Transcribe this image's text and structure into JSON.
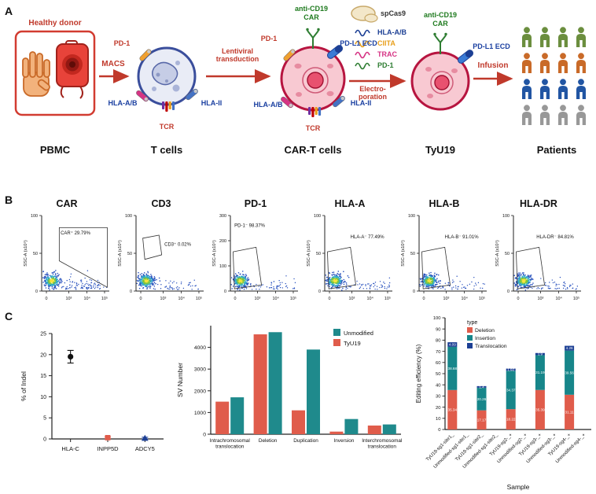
{
  "panelA": {
    "label": "A",
    "healthy_donor": "Healthy donor",
    "stages": [
      {
        "name": "PBMC"
      },
      {
        "name": "T cells"
      },
      {
        "name": "CAR-T cells"
      },
      {
        "name": "TyU19"
      },
      {
        "name": "Patients"
      }
    ],
    "arrows": [
      {
        "label": "MACS"
      },
      {
        "label": "Lentiviral transduction"
      },
      {
        "label": "Electro-poration"
      },
      {
        "label": "Infusion"
      }
    ],
    "tcell": {
      "pd1": "PD-1",
      "hla_ab": "HLA-A/B",
      "hla_ii": "HLA-II",
      "tcr": "TCR"
    },
    "cart": {
      "anti_cd19": "anti-CD19",
      "car": "CAR",
      "pdl1_ecd": "PD-L1 ECD",
      "pd1": "PD-1",
      "hla_ab": "HLA-A/B",
      "hla_ii": "HLA-II",
      "tcr": "TCR"
    },
    "rnp": {
      "cas9": "spCas9",
      "guides": [
        {
          "label": "HLA-A/B",
          "color": "#1c3f94"
        },
        {
          "label": "CIITA",
          "color": "#e8a01d"
        },
        {
          "label": "TRAC",
          "color": "#d63384"
        },
        {
          "label": "PD-1",
          "color": "#2e7d32"
        }
      ]
    },
    "tyu19": {
      "anti_cd19": "anti-CD19",
      "car": "CAR",
      "pdl1_ecd": "PD-L1 ECD"
    },
    "patients_rows": [
      "#6b8e3e",
      "#c96a28",
      "#2155a3",
      "#989898"
    ],
    "patients_cols": 4
  },
  "panelB": {
    "label": "B",
    "ylabel": "SSC-A (x10⁵)",
    "xticks": [
      "0",
      "10³",
      "10⁴",
      "10⁵"
    ],
    "plots": [
      {
        "title": "CAR",
        "annotation": "CAR⁺ 29.79%",
        "yticks": [
          "0",
          "50",
          "100"
        ],
        "gate": "right"
      },
      {
        "title": "CD3",
        "annotation": "CD3⁺ 0.02%",
        "yticks": [
          "0",
          "50",
          "100"
        ],
        "gate": "small"
      },
      {
        "title": "PD-1",
        "annotation": "PD-1⁻ 98.37%",
        "yticks": [
          "0",
          "100",
          "200",
          "300"
        ],
        "gate": "cluster"
      },
      {
        "title": "HLA-A",
        "annotation": "HLA-A⁻ 77.49%",
        "yticks": [
          "0",
          "50",
          "100"
        ],
        "gate": "cluster"
      },
      {
        "title": "HLA-B",
        "annotation": "HLA-B⁻ 91.01%",
        "yticks": [
          "0",
          "50",
          "100"
        ],
        "gate": "cluster"
      },
      {
        "title": "HLA-DR",
        "annotation": "HLA-DR⁻ 84.81%",
        "yticks": [
          "0",
          "50",
          "100"
        ],
        "gate": "cluster"
      }
    ]
  },
  "panelC": {
    "label": "C"
  },
  "chart_data": [
    {
      "type": "scatter",
      "name": "indel-frequency",
      "ylabel": "% of Indel",
      "ylim": [
        0,
        25
      ],
      "yticks": [
        0,
        5,
        10,
        15,
        20,
        25
      ],
      "categories": [
        "HLA-C",
        "INPP5D",
        "ADCY5"
      ],
      "values": [
        19.5,
        0.3,
        0.2
      ],
      "errors": [
        1.5,
        0.2,
        0.2
      ],
      "markers": [
        "circle",
        "square",
        "triangle"
      ],
      "colors": [
        "#111111",
        "#e05c4b",
        "#1c3f94"
      ]
    },
    {
      "type": "bar",
      "name": "sv-number",
      "ylabel": "SV Number",
      "ylim": [
        0,
        5000
      ],
      "yticks": [
        0,
        1000,
        2000,
        3000,
        4000
      ],
      "categories": [
        "Intrachromosomal translocation",
        "Deletion",
        "Duplication",
        "Inversion",
        "Interchromosomal translocation"
      ],
      "series": [
        {
          "name": "TyU19",
          "color": "#e05c4b",
          "values": [
            1500,
            4600,
            1100,
            120,
            400
          ]
        },
        {
          "name": "Unmodified",
          "color": "#1f8a8c",
          "values": [
            1700,
            4700,
            3900,
            700,
            450
          ]
        }
      ],
      "legend": [
        {
          "label": "Unmodified",
          "color": "#1f8a8c"
        },
        {
          "label": "TyU19",
          "color": "#e05c4b"
        }
      ],
      "legend_position": "top-right"
    },
    {
      "type": "bar",
      "name": "editing-efficiency",
      "stacked": true,
      "ylabel": "Editing efficiency (%)",
      "xlabel": "Sample",
      "ylim": [
        0,
        100
      ],
      "yticks": [
        0,
        10,
        20,
        30,
        40,
        50,
        60,
        70,
        80,
        90,
        100
      ],
      "legend_title": "type",
      "categories": [
        "TyU19-sg1-site1_",
        "Unmodified-sg1-site1_",
        "TyU19-sg1-site2_",
        "Unmodified-sg1-site2_",
        "TyU19-sg2-_+",
        "Unmodified-sg2-_+",
        "TyU19-sg3-_+",
        "Unmodified-sg3-_+",
        "TyU19-sg4-_+",
        "Unmodified-sg4-_+"
      ],
      "series": [
        {
          "name": "Deletion",
          "color": "#e05c4b",
          "values": [
            35.34,
            0,
            17.17,
            0,
            18.22,
            0,
            35.39,
            0,
            31.11,
            0
          ]
        },
        {
          "name": "Insertion",
          "color": "#17868a",
          "values": [
            38.68,
            0,
            20.26,
            0,
            34.37,
            0,
            31.19,
            0,
            39.56,
            0
          ]
        },
        {
          "name": "Translocation",
          "color": "#1c3f94",
          "values": [
            4.09,
            0,
            1.4,
            0,
            1.92,
            0,
            1.9,
            0,
            4.26,
            0
          ]
        }
      ]
    },
    {
      "type": "scatter",
      "name": "flow-cytometry-gates",
      "plots": [
        "CAR⁺ 29.79%",
        "CD3⁺ 0.02%",
        "PD-1⁻ 98.37%",
        "HLA-A⁻ 77.49%",
        "HLA-B⁻ 91.01%",
        "HLA-DR⁻ 84.81%"
      ]
    }
  ]
}
